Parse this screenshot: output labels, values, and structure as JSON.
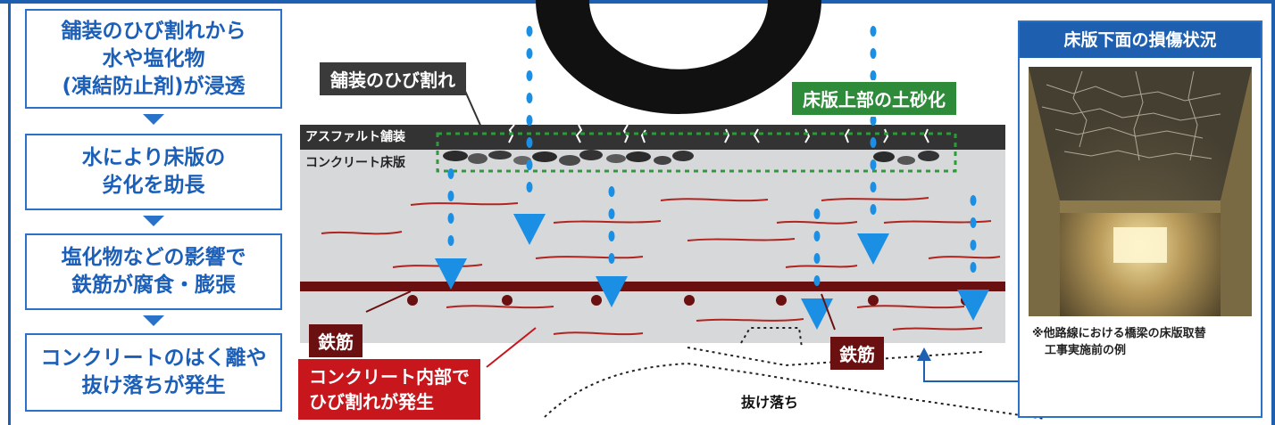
{
  "flow": {
    "steps": [
      {
        "lines": [
          "舗装のひび割れから",
          "水や塩化物",
          "(凍結防止剤)が浸透"
        ]
      },
      {
        "lines": [
          "水により床版の",
          "劣化を助長"
        ]
      },
      {
        "lines": [
          "塩化物などの影響で",
          "鉄筋が腐食・膨張"
        ]
      },
      {
        "lines": [
          "コンクリートのはく離や",
          "抜け落ちが発生"
        ]
      }
    ]
  },
  "diagram": {
    "pavement_crack_label": "舗装のひび割れ",
    "deck_top_label": "床版上部の土砂化",
    "asphalt_layer_label": "アスファルト舗装",
    "concrete_layer_label": "コンクリート床版",
    "rebar_label_left": "鉄筋",
    "rebar_label_right": "鉄筋",
    "internal_crack_label": [
      "コンクリート内部で",
      "ひび割れが発生"
    ],
    "falloff_label": "抜け落ち"
  },
  "photo_panel": {
    "title": "床版下面の損傷状況",
    "caption": [
      "※他路線における橋梁の床版取替",
      "工事実施前の例"
    ]
  },
  "colors": {
    "accent_blue": "#1f5fb0",
    "water_blue": "#1a8fe3",
    "deck_green": "#2e8b3a",
    "crack_red": "#c8161d",
    "rebar": "#6b1010"
  }
}
